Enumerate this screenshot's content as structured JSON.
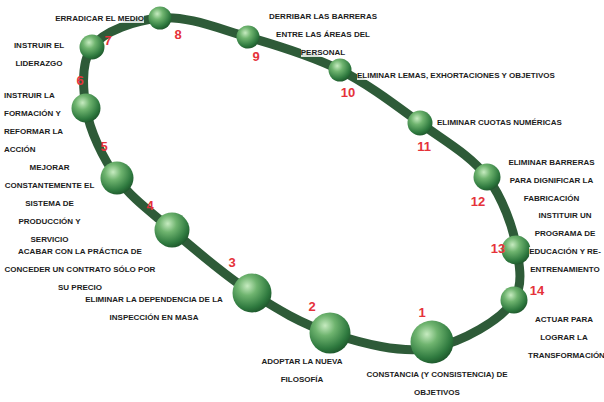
{
  "diagram": {
    "nodes": [
      {
        "text": [
          "1",
          "CONSTANCIA (Y CONSISTENCIA) DE OBJETIVOS"
        ]
      },
      {
        "text": [
          "2",
          "ADOPTAR LA NUEVA FILOSOFÍA"
        ]
      },
      {
        "text": [
          "3",
          "ELIMINAR LA DEPENDENCIA DE LA INSPECCIÓN EN MASA"
        ]
      },
      {
        "text": [
          "4",
          "ACABAR CON LA PRÁCTICA DE CONCEDER UN CONTRATO SÓLO POR SU PRECIO"
        ]
      },
      {
        "text": [
          "5",
          "MEJORAR CONSTANTEMENTE EL SISTEMA DE PRODUCCIÓN Y SERVICIO"
        ]
      },
      {
        "text": [
          "6",
          "INSTRUIR LA FORMACIÓN Y REFORMAR LA ACCIÓN"
        ]
      },
      {
        "text": [
          "7",
          "INSTRUIR EL LIDERAZGO"
        ]
      },
      {
        "text": [
          "8",
          "ERRADICAR EL MEDIO"
        ]
      },
      {
        "text": [
          "9",
          "DERRIBAR LAS BARRERAS ENTRE LAS ÁREAS DEL PERSONAL"
        ]
      },
      {
        "text": [
          "10",
          "ELIMINAR LEMAS, EXHORTACIONES Y OBJETIVOS"
        ]
      },
      {
        "text": [
          "11",
          "ELIMINAR CUOTAS NUMÉRICAS"
        ]
      },
      {
        "text": [
          "12",
          "ELIMINAR BARRERAS PARA DIGNIFICAR LA FABRICACIÓN"
        ]
      },
      {
        "text": [
          "13",
          "INSTITUIR UN PROGRAMA DE EDUCACIÓN Y RE-ENTRENAMIENTO"
        ]
      },
      {
        "text": [
          "14",
          "ACTUAR PARA LOGRAR LA TRANSFORMACIÓN"
        ]
      }
    ]
  }
}
